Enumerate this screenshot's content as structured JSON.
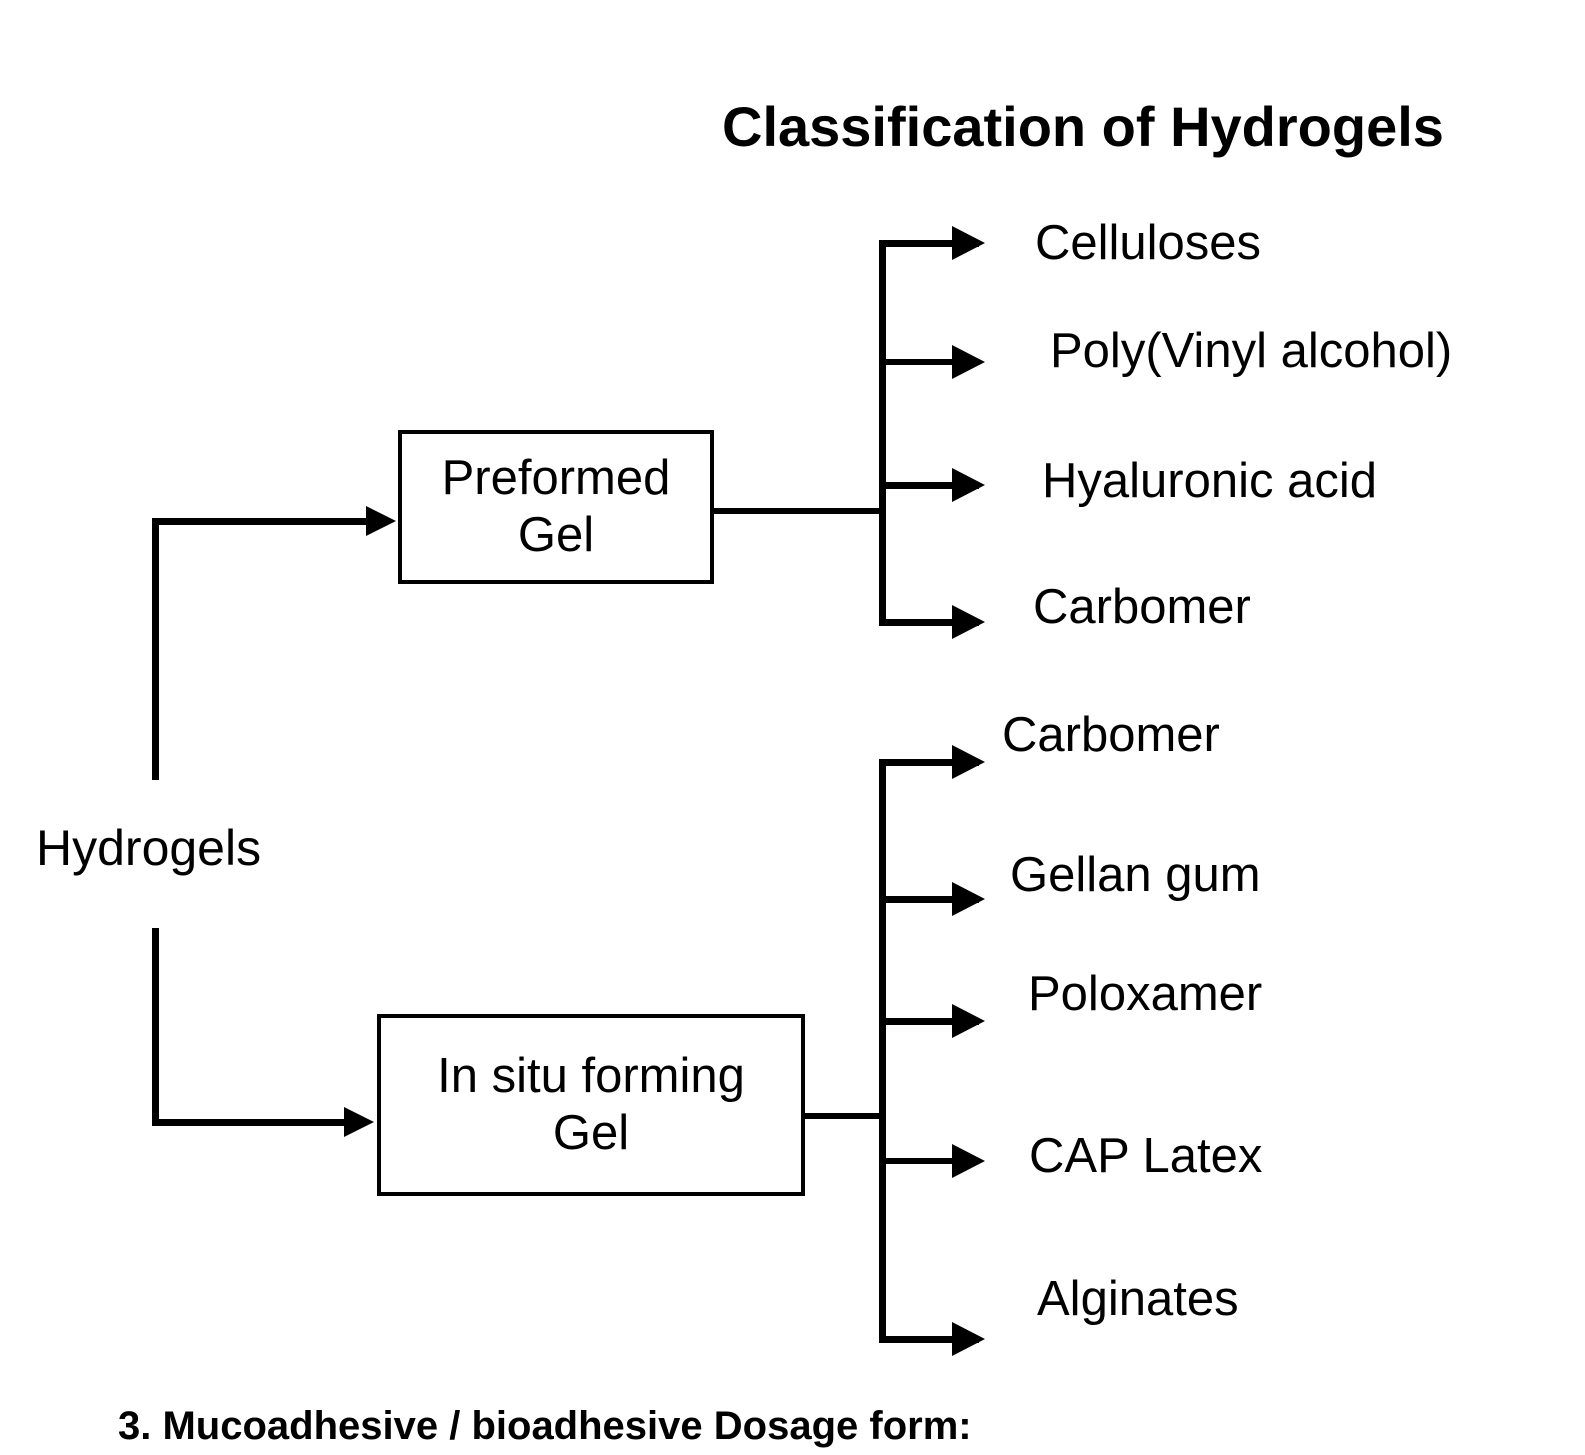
{
  "slide": {
    "title": "Classification of Hydrogels",
    "top_cropped_text": "",
    "footer_text": "3.  Mucoadhesive / bioadhesive Dosage form:"
  },
  "diagram": {
    "type": "tree",
    "root": {
      "label": "Hydrogels"
    },
    "branches": [
      {
        "box_label_line1": "Preformed",
        "box_label_line2": "Gel",
        "leaves": [
          {
            "label": "Celluloses"
          },
          {
            "label": "Poly(Vinyl alcohol)"
          },
          {
            "label": "Hyaluronic acid"
          },
          {
            "label": "Carbomer"
          }
        ]
      },
      {
        "box_label_line1": "In situ forming",
        "box_label_line2": "Gel",
        "leaves": [
          {
            "label": "Carbomer"
          },
          {
            "label": "Gellan gum"
          },
          {
            "label": "Poloxamer"
          },
          {
            "label": "CAP Latex"
          },
          {
            "label": "Alginates"
          }
        ]
      }
    ]
  },
  "colors": {
    "background": "#ffffff",
    "ink": "#000000"
  }
}
